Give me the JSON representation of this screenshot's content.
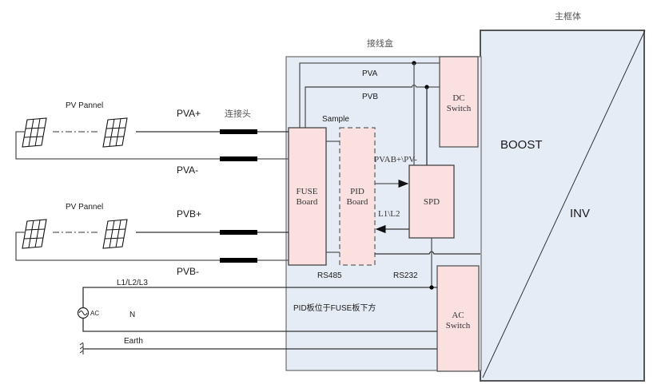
{
  "colors": {
    "enclosure_fill": "#e6ecf6",
    "board_fill": "#fbe0e0",
    "line": "#333333",
    "connector": "#000000"
  },
  "labels": {
    "main_body": "主框体",
    "junction_box": "接线盒",
    "connector_head": "连接头",
    "pv_panel_a": "PV Pannel",
    "pv_panel_b": "PV Pannel",
    "pva_plus": "PVA+",
    "pva_minus": "PVA-",
    "pvb_plus": "PVB+",
    "pvb_minus": "PVB-",
    "pva_bus": "PVA",
    "pvb_bus": "PVB",
    "sample": "Sample",
    "pvab_pv": "PVAB+\\PV-",
    "l1l2": "L1\\L2",
    "rs485": "RS485",
    "rs232": "RS232",
    "l1l2l3": "L1/L2/L3",
    "neutral": "N",
    "earth": "Earth",
    "ac_source": "AC",
    "pid_note": "PID板位于FUSE板下方",
    "boost": "BOOST",
    "inv": "INV"
  },
  "blocks": {
    "fuse_board": [
      "FUSE",
      "Board"
    ],
    "pid_board": [
      "PID",
      "Board"
    ],
    "spd": "SPD",
    "dc_switch": [
      "DC",
      "Switch"
    ],
    "ac_switch": [
      "AC",
      "Switch"
    ]
  }
}
